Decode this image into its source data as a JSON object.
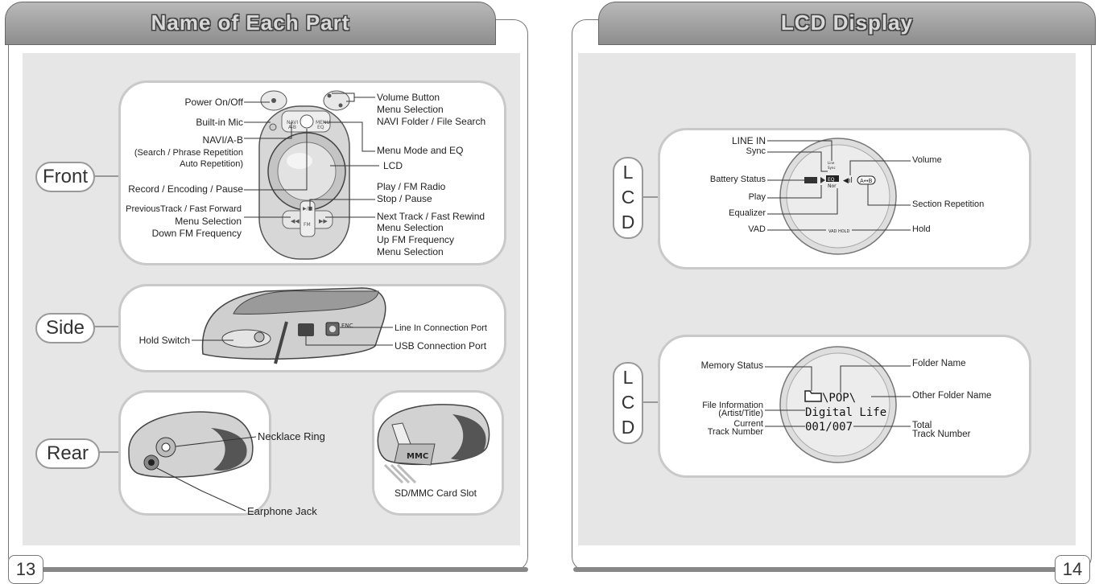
{
  "left_page": {
    "title": "Name of Each Part",
    "page_number": "13",
    "front": {
      "tag": "Front",
      "labels": {
        "power": "Power On/Off",
        "mic": "Built-in Mic",
        "navi": "NAVI/A-B",
        "navi_sub1": "(Search / Phrase Repetition",
        "navi_sub2": "Auto Repetition)",
        "record": "Record / Encoding / Pause",
        "prev1": "PreviousTrack /  Fast Forward",
        "prev2": "Menu Selection",
        "prev3": "Down FM Frequency",
        "vol1": "Volume Button",
        "vol2": "Menu Selection",
        "vol3": "NAVI Folder / File Search",
        "menu": "Menu Mode and EQ",
        "lcd": "LCD",
        "play1": "Play / FM Radio",
        "play2": "Stop / Pause",
        "next1": "Next Track /  Fast Rewind",
        "next2": "Menu Selection",
        "next3": "Up FM Frequency",
        "next4": "Menu Selection"
      },
      "device_text": {
        "navi": "NAVI",
        "ab": "A-B",
        "menu": "MENU",
        "eq": "EQ",
        "fm": "FM"
      }
    },
    "side": {
      "tag": "Side",
      "labels": {
        "hold": "Hold Switch",
        "line_in": "Line In Connection Port",
        "usb": "USB Connection Port"
      },
      "device_text": {
        "enc": "ENC"
      }
    },
    "rear": {
      "tag": "Rear",
      "labels": {
        "necklace": "Necklace  Ring",
        "earphone": "Earphone Jack",
        "sd": "SD/MMC Card Slot"
      },
      "device_text": {
        "mmc": "MMC"
      }
    }
  },
  "right_page": {
    "title": "LCD Display",
    "page_number": "14",
    "lcd1": {
      "tag": [
        "L",
        "C",
        "D"
      ],
      "labels": {
        "line_in": "LINE IN",
        "sync": "Sync",
        "battery": "Battery Status",
        "play": "Play",
        "equalizer": "Equalizer",
        "vad": "VAD",
        "volume": "Volume",
        "section": "Section Repetition",
        "hold": "Hold"
      },
      "screen": {
        "eq": "EQ",
        "nor": "Nor",
        "ab": "A↔B",
        "vad_hold": "VAD  HOLD",
        "line": "Line",
        "sync": "Sync"
      }
    },
    "lcd2": {
      "tag": [
        "L",
        "C",
        "D"
      ],
      "labels": {
        "memory": "Memory Status",
        "file_info1": "File Information",
        "file_info2": "(Artist/Title)",
        "current1": "Current",
        "current2": "Track Number",
        "folder": "Folder Name",
        "other_folder": "Other Folder Name",
        "total1": "Total",
        "total2": "Track Number"
      },
      "screen": {
        "line1": "\\POP\\",
        "line2": "Digital Life",
        "line3": "001/007"
      }
    }
  },
  "colors": {
    "frame": "#777777",
    "inner_bg": "#e6e6e6",
    "connector": "#999999",
    "tab": "#9d9d9d"
  }
}
